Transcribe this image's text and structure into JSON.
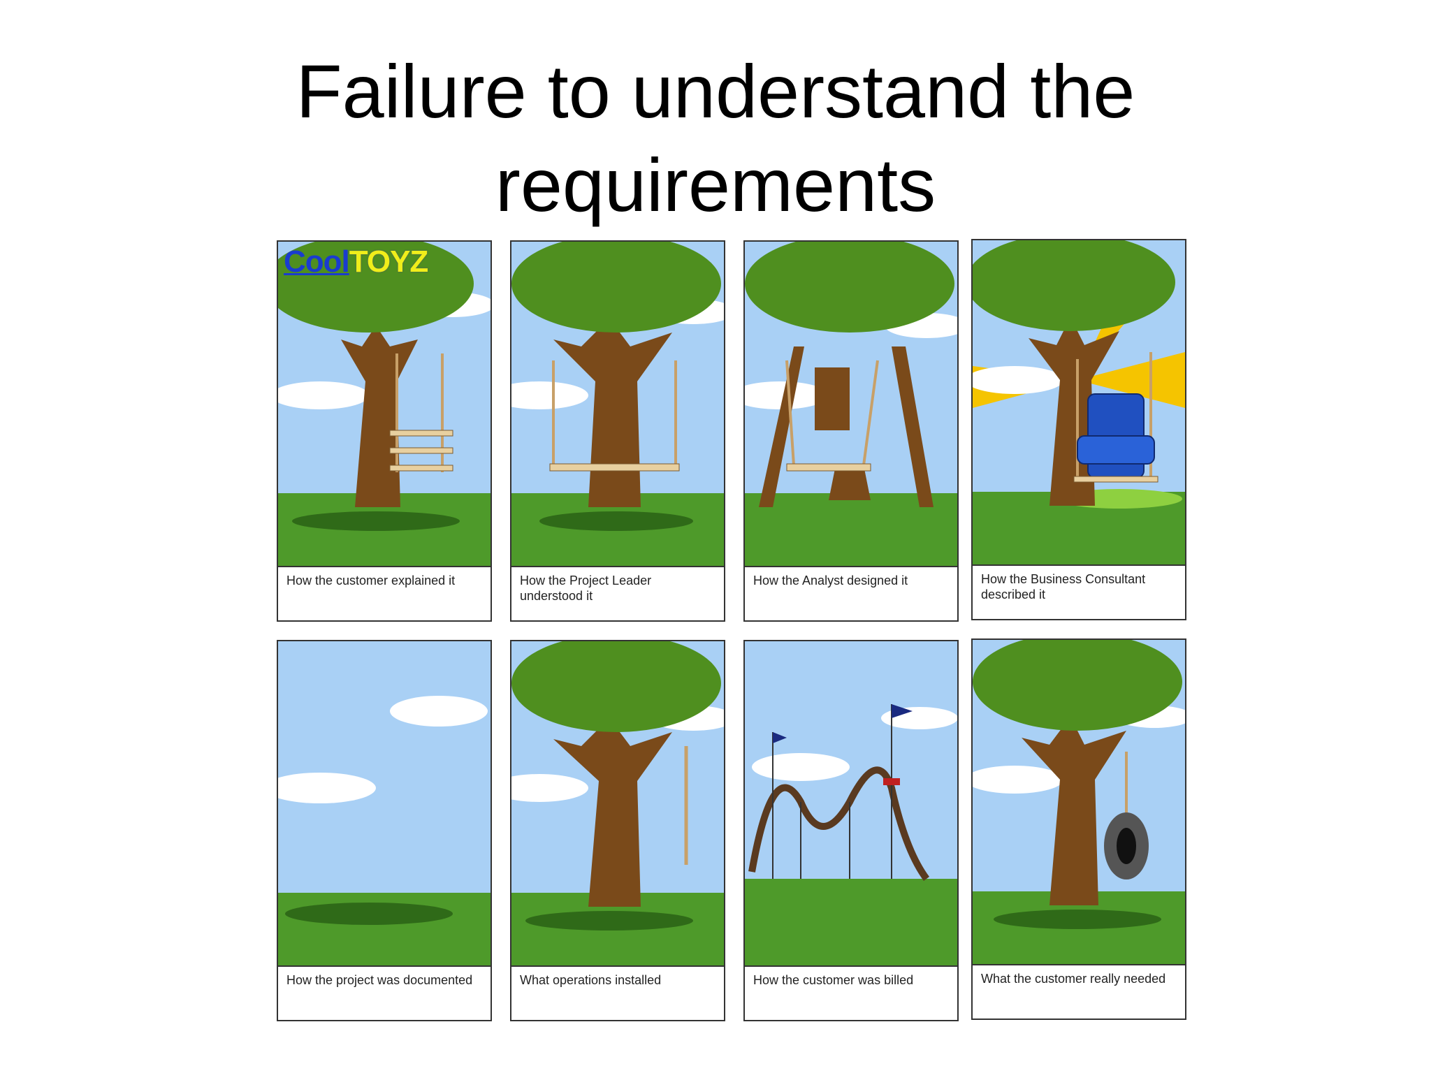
{
  "slide": {
    "title_line1": "Failure to understand the",
    "title_line2": "requirements"
  },
  "logo": {
    "part1": "Cool",
    "part2": "TOYZ"
  },
  "panels": [
    {
      "caption": "How the customer explained it",
      "scene": "swing-three-boards"
    },
    {
      "caption": "How the Project Leader understood it",
      "scene": "swing-around-trunk"
    },
    {
      "caption": "How the Analyst designed it",
      "scene": "cut-trunk-swing"
    },
    {
      "caption": "How the Business Consultant described it",
      "scene": "armchair-swing"
    },
    {
      "caption": "How the project was documented",
      "scene": "empty-sky"
    },
    {
      "caption": "What operations installed",
      "scene": "single-rope"
    },
    {
      "caption": "How the customer was billed",
      "scene": "roller-coaster"
    },
    {
      "caption": "What the customer really needed",
      "scene": "tire-swing"
    }
  ],
  "colors": {
    "sky": "#a9d0f5",
    "grass": "#4e9a2a",
    "foliage": "#4f8f1f",
    "trunk": "#7a4a1a",
    "rope": "#c8a068",
    "board": "#e8d0a0",
    "chair": "#2050c0",
    "sun": "#f5c400",
    "tire": "#555555",
    "cloud": "#ffffff"
  }
}
